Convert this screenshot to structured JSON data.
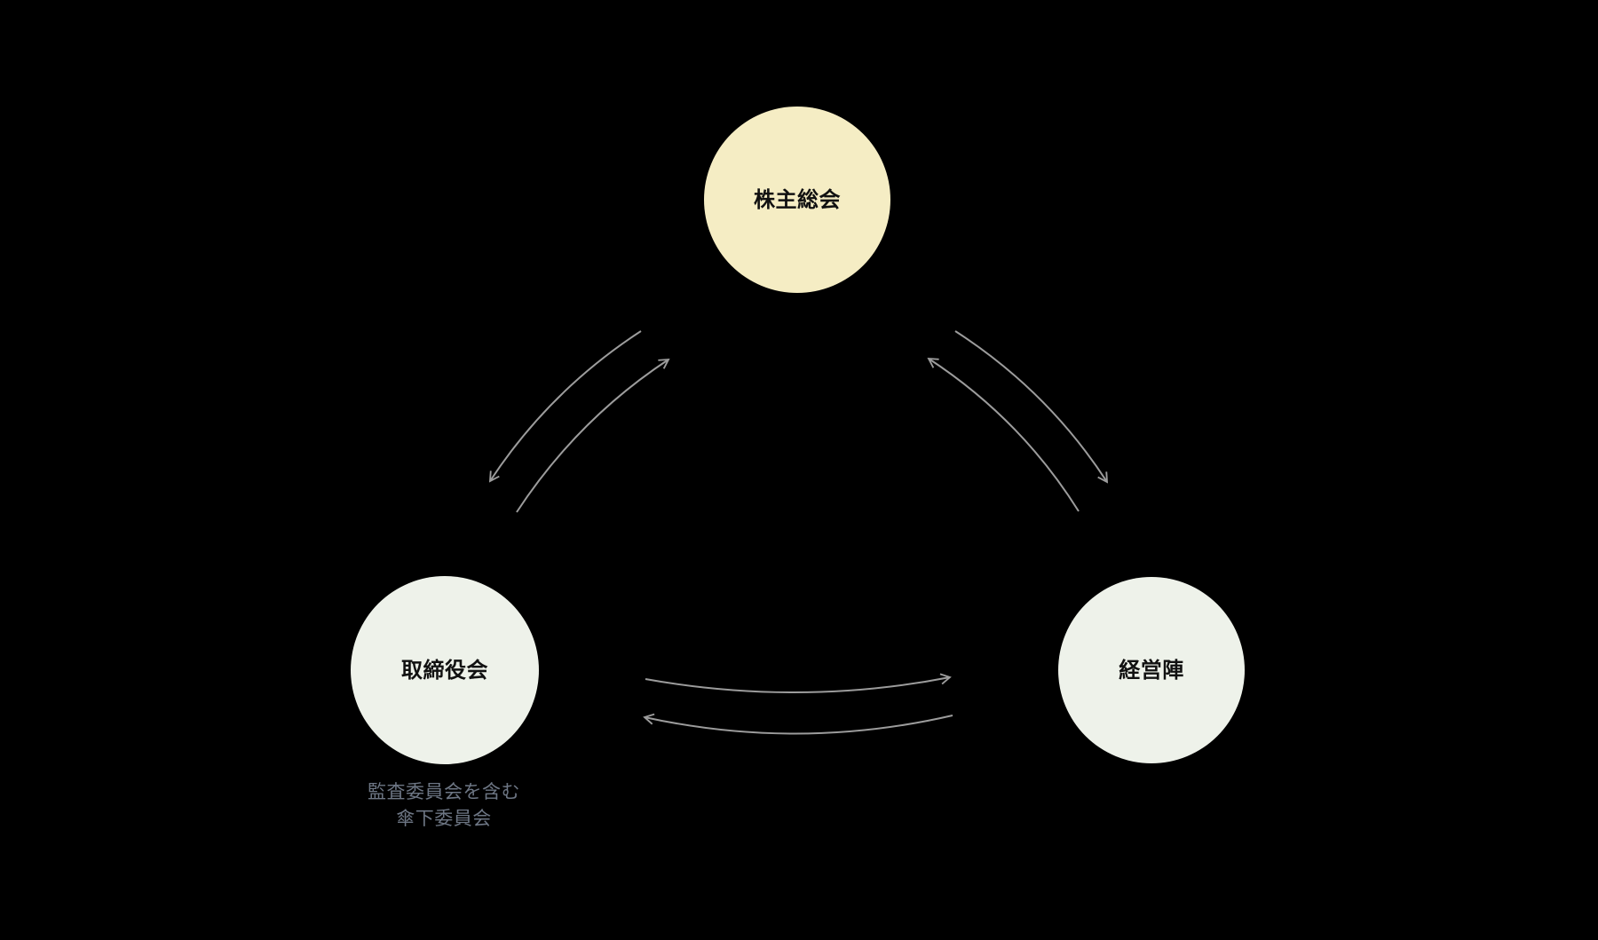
{
  "colors": {
    "background": "#000000",
    "arrow": "#9c9c9c",
    "node_label_text": "#111111",
    "note_text": "#6d7684"
  },
  "nodes": {
    "shareholders": {
      "label": "株主総会",
      "fill": "#f5edc4"
    },
    "board": {
      "label": "取締役会",
      "fill": "#eef2ea"
    },
    "management": {
      "label": "経営陣",
      "fill": "#eef2ea"
    }
  },
  "board_note": {
    "line1": "監査委員会を含む",
    "line2": "傘下委員会"
  },
  "edges": [
    {
      "from": "shareholders",
      "to": "board"
    },
    {
      "from": "board",
      "to": "shareholders"
    },
    {
      "from": "shareholders",
      "to": "management"
    },
    {
      "from": "management",
      "to": "shareholders"
    },
    {
      "from": "board",
      "to": "management"
    },
    {
      "from": "management",
      "to": "board"
    }
  ]
}
